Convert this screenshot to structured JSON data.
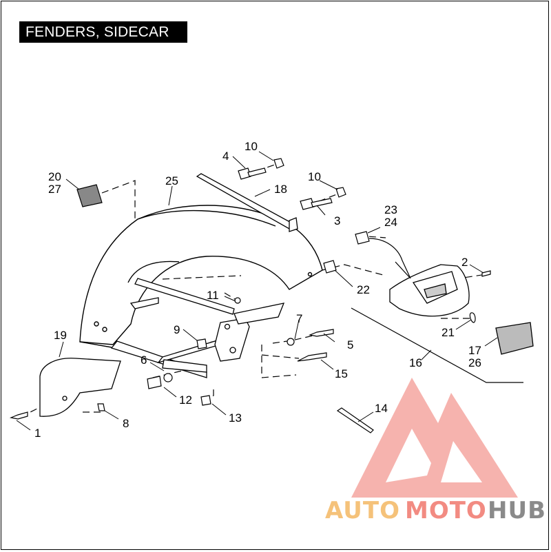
{
  "title": "FENDERS, SIDECAR",
  "callouts": [
    {
      "id": "c1",
      "text": "1"
    },
    {
      "id": "c2",
      "text": "2"
    },
    {
      "id": "c3",
      "text": "3"
    },
    {
      "id": "c4",
      "text": "4"
    },
    {
      "id": "c5",
      "text": "5"
    },
    {
      "id": "c6",
      "text": "6"
    },
    {
      "id": "c7",
      "text": "7"
    },
    {
      "id": "c8",
      "text": "8"
    },
    {
      "id": "c9",
      "text": "9"
    },
    {
      "id": "c10a",
      "text": "10"
    },
    {
      "id": "c10b",
      "text": "10"
    },
    {
      "id": "c11",
      "text": "11"
    },
    {
      "id": "c12",
      "text": "12"
    },
    {
      "id": "c13",
      "text": "13"
    },
    {
      "id": "c14",
      "text": "14"
    },
    {
      "id": "c15",
      "text": "15"
    },
    {
      "id": "c16",
      "text": "16"
    },
    {
      "id": "c17",
      "text": "17"
    },
    {
      "id": "c18",
      "text": "18"
    },
    {
      "id": "c19",
      "text": "19"
    },
    {
      "id": "c20",
      "text": "20"
    },
    {
      "id": "c21",
      "text": "21"
    },
    {
      "id": "c22",
      "text": "22"
    },
    {
      "id": "c23",
      "text": "23"
    },
    {
      "id": "c24",
      "text": "24"
    },
    {
      "id": "c25",
      "text": "25"
    },
    {
      "id": "c26",
      "text": "26"
    },
    {
      "id": "c27",
      "text": "27"
    }
  ],
  "watermark": {
    "text_a": "AUTO",
    "text_b": "MOTO",
    "text_c": "HUB",
    "color_a": "#f5c27a",
    "color_b": "#f28b82",
    "color_c": "#8a8a8a",
    "logo_color": "#f4a6a0"
  }
}
